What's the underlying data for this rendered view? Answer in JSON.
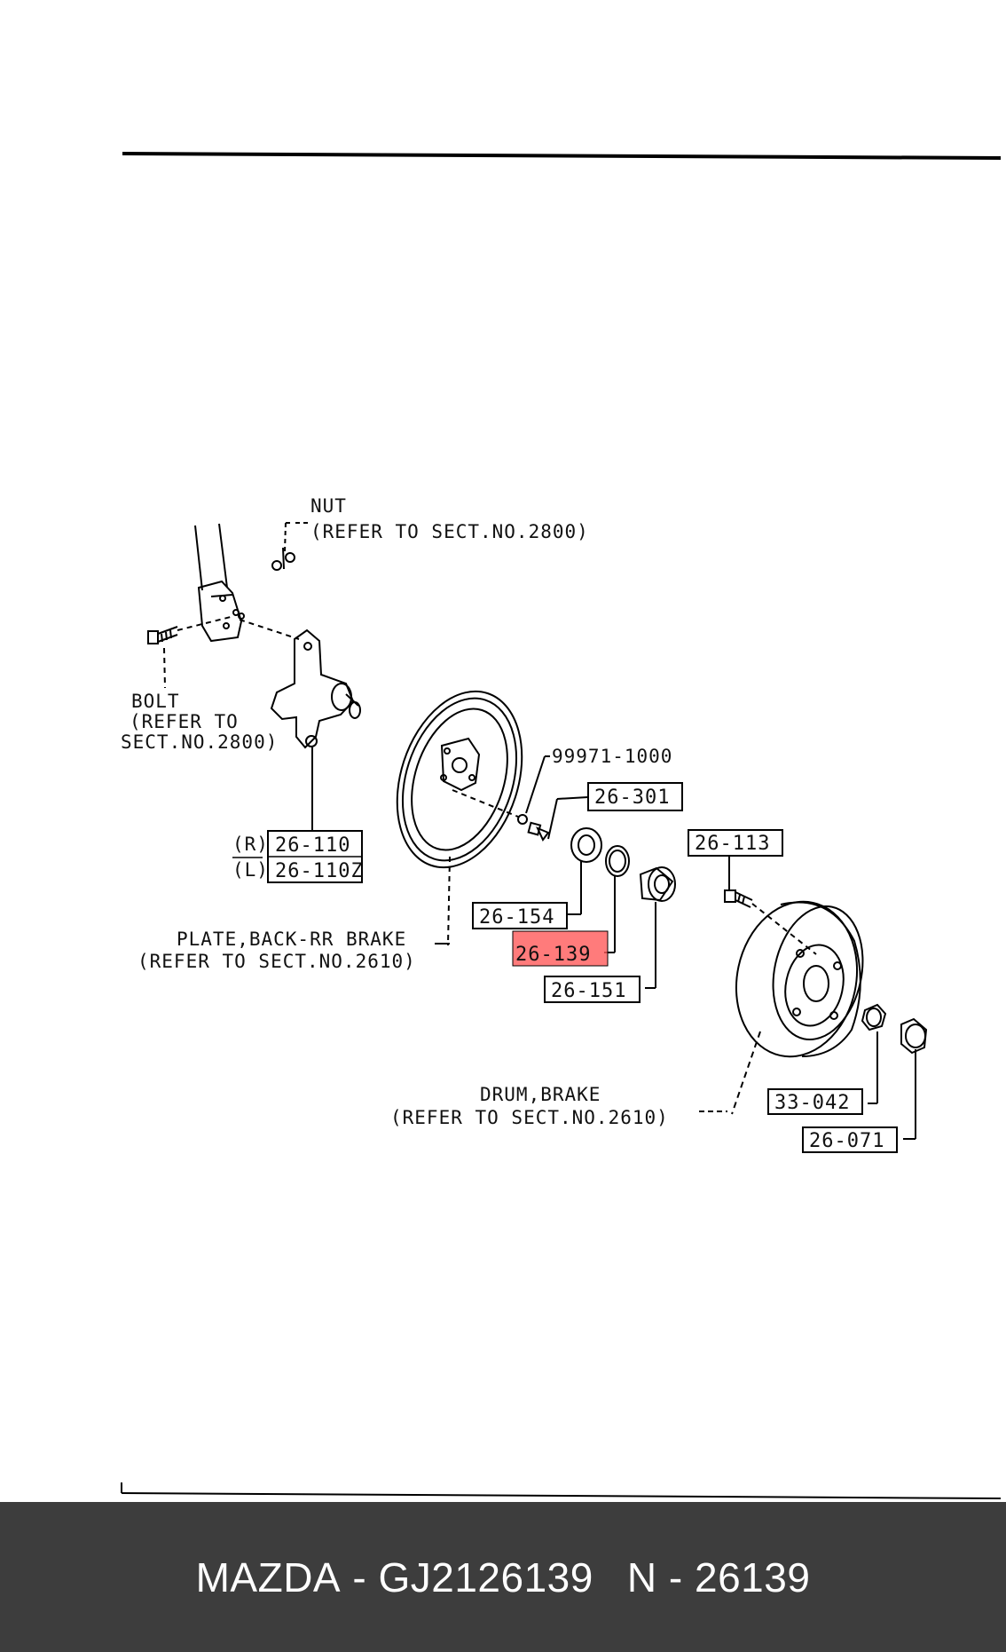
{
  "labels": {
    "nut": "NUT",
    "nut_ref": "(REFER TO SECT.NO.2800)",
    "bolt": "BOLT",
    "bolt_ref1": "(REFER TO",
    "bolt_ref2": "SECT.NO.2800)",
    "plate": "PLATE,BACK-RR BRAKE",
    "plate_ref": "(REFER TO SECT.NO.2610)",
    "drum": "DRUM,BRAKE",
    "drum_ref": "(REFER TO SECT.NO.2610)",
    "side_r": "(R)",
    "side_l": "(L)"
  },
  "parts": {
    "p26_110": "26-110",
    "p26_110z": "26-110Z",
    "p99971": "99971-1000",
    "p26_301": "26-301",
    "p26_113": "26-113",
    "p26_154": "26-154",
    "p26_139": "26-139",
    "p26_151": "26-151",
    "p33_042": "33-042",
    "p26_071": "26-071"
  },
  "highlight_color": "#ff5a5a",
  "footer": {
    "brand": "MAZDA",
    "part_number": "GJ2126139",
    "n_label": "N",
    "n_number": "26139"
  }
}
